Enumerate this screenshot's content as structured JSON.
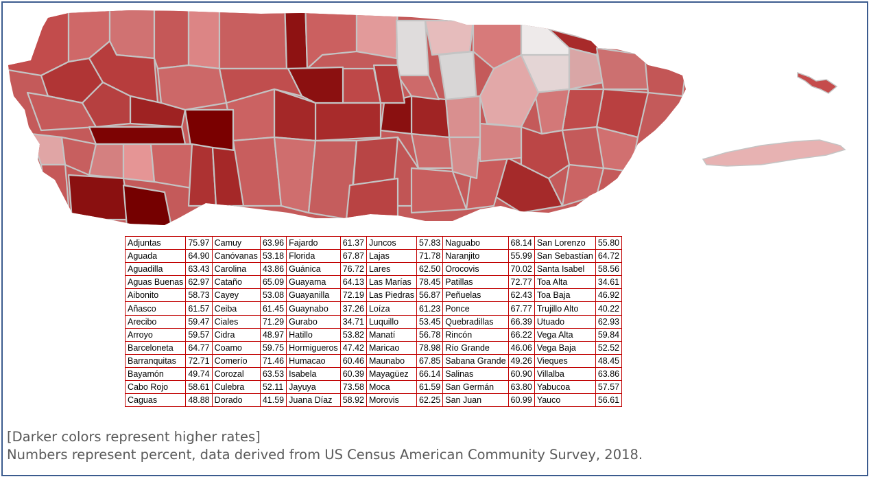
{
  "colors": {
    "border": "#3b5b8e",
    "table_grid": "#c00000",
    "note_text": "#595959",
    "map_dark": "#7a0000",
    "map_light": "#e6e6e6"
  },
  "municipalities": [
    {
      "name": "Adjuntas",
      "value": "75.97"
    },
    {
      "name": "Aguada",
      "value": "64.90"
    },
    {
      "name": "Aguadilla",
      "value": "63.43"
    },
    {
      "name": "Aguas Buenas",
      "value": "62.97"
    },
    {
      "name": "Aibonito",
      "value": "58.73"
    },
    {
      "name": "Añasco",
      "value": "61.57"
    },
    {
      "name": "Arecibo",
      "value": "59.47"
    },
    {
      "name": "Arroyo",
      "value": "59.57"
    },
    {
      "name": "Barceloneta",
      "value": "64.77"
    },
    {
      "name": "Barranquitas",
      "value": "72.71"
    },
    {
      "name": "Bayamón",
      "value": "49.74"
    },
    {
      "name": "Cabo Rojo",
      "value": "58.61"
    },
    {
      "name": "Caguas",
      "value": "48.88"
    },
    {
      "name": "Camuy",
      "value": "63.96"
    },
    {
      "name": "Canóvanas",
      "value": "53.18"
    },
    {
      "name": "Carolina",
      "value": "43.86"
    },
    {
      "name": "Cataño",
      "value": "65.09"
    },
    {
      "name": "Cayey",
      "value": "53.08"
    },
    {
      "name": "Ceiba",
      "value": "61.45"
    },
    {
      "name": "Ciales",
      "value": "71.29"
    },
    {
      "name": "Cidra",
      "value": "48.97"
    },
    {
      "name": "Coamo",
      "value": "59.75"
    },
    {
      "name": "Comerío",
      "value": "71.46"
    },
    {
      "name": "Corozal",
      "value": "63.53"
    },
    {
      "name": "Culebra",
      "value": "52.11"
    },
    {
      "name": "Dorado",
      "value": "41.59"
    },
    {
      "name": "Fajardo",
      "value": "61.37"
    },
    {
      "name": "Florida",
      "value": "67.87"
    },
    {
      "name": "Guánica",
      "value": "76.72"
    },
    {
      "name": "Guayama",
      "value": "64.13"
    },
    {
      "name": "Guayanilla",
      "value": "72.19"
    },
    {
      "name": "Guaynabo",
      "value": "37.26"
    },
    {
      "name": "Gurabo",
      "value": "34.71"
    },
    {
      "name": "Hatillo",
      "value": "53.82"
    },
    {
      "name": "Hormigueros",
      "value": "47.42"
    },
    {
      "name": "Humacao",
      "value": "60.46"
    },
    {
      "name": "Isabela",
      "value": "60.39"
    },
    {
      "name": "Jayuya",
      "value": "73.58"
    },
    {
      "name": "Juana Díaz",
      "value": "58.92"
    },
    {
      "name": "Juncos",
      "value": "57.83"
    },
    {
      "name": "Lajas",
      "value": "71.78"
    },
    {
      "name": "Lares",
      "value": "62.50"
    },
    {
      "name": "Las Marías",
      "value": "78.45"
    },
    {
      "name": "Las Piedras",
      "value": "56.87"
    },
    {
      "name": "Loíza",
      "value": "61.23"
    },
    {
      "name": "Luquillo",
      "value": "53.45"
    },
    {
      "name": "Manatí",
      "value": "56.78"
    },
    {
      "name": "Maricao",
      "value": "78.98"
    },
    {
      "name": "Maunabo",
      "value": "67.85"
    },
    {
      "name": "Mayagüez",
      "value": "66.14"
    },
    {
      "name": "Moca",
      "value": "61.59"
    },
    {
      "name": "Morovis",
      "value": "62.25"
    },
    {
      "name": "Naguabo",
      "value": "68.14"
    },
    {
      "name": "Naranjito",
      "value": "55.99"
    },
    {
      "name": "Orocovis",
      "value": "70.02"
    },
    {
      "name": "Patillas",
      "value": "72.77"
    },
    {
      "name": "Peñuelas",
      "value": "62.43"
    },
    {
      "name": "Ponce",
      "value": "67.77"
    },
    {
      "name": "Quebradillas",
      "value": "66.39"
    },
    {
      "name": "Rincón",
      "value": "66.22"
    },
    {
      "name": "Río Grande",
      "value": "46.06"
    },
    {
      "name": "Sabana Grande",
      "value": "49.26"
    },
    {
      "name": "Salinas",
      "value": "60.90"
    },
    {
      "name": "San Germán",
      "value": "63.80"
    },
    {
      "name": "San Juan",
      "value": "60.99"
    },
    {
      "name": "San Lorenzo",
      "value": "55.80"
    },
    {
      "name": "San Sebastían",
      "value": "64.72"
    },
    {
      "name": "Santa Isabel",
      "value": "58.56"
    },
    {
      "name": "Toa Alta",
      "value": "34.61"
    },
    {
      "name": "Toa Baja",
      "value": "46.92"
    },
    {
      "name": "Trujillo Alto",
      "value": "40.22"
    },
    {
      "name": "Utuado",
      "value": "62.93"
    },
    {
      "name": "Vega Alta",
      "value": "59.84"
    },
    {
      "name": "Vega Baja",
      "value": "52.52"
    },
    {
      "name": "Vieques",
      "value": "48.45"
    },
    {
      "name": "Villalba",
      "value": "63.86"
    },
    {
      "name": "Yabucoa",
      "value": "57.57"
    },
    {
      "name": "Yauco",
      "value": "56.61"
    }
  ],
  "notes": {
    "line1": "[Darker colors represent higher rates]",
    "line2": "Numbers represent percent, data derived from US Census American Community Survey, 2018."
  }
}
